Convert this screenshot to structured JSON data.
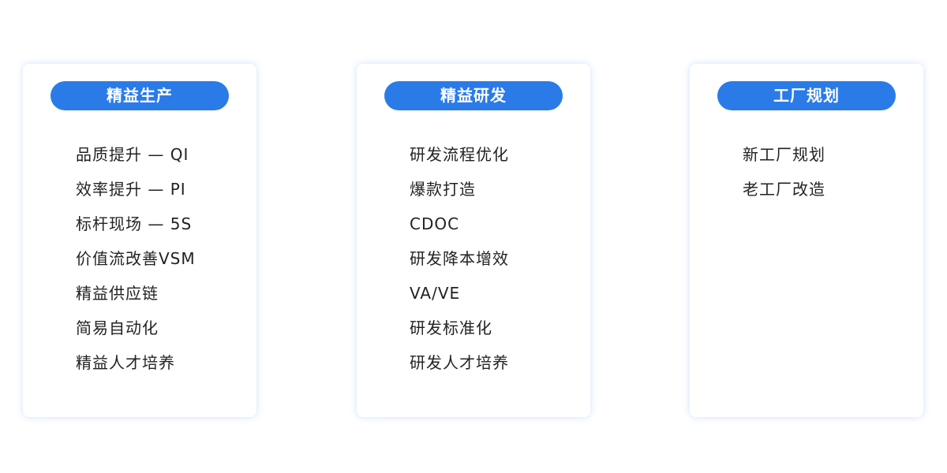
{
  "colors": {
    "accent": "#2a7be8",
    "text": "#222222",
    "card_background": "#ffffff"
  },
  "cards": [
    {
      "title": "精益生产",
      "items": [
        "品质提升 — QI",
        "效率提升 — PI",
        "标杆现场 — 5S",
        "价值流改善VSM",
        "精益供应链",
        "简易自动化",
        "精益人才培养"
      ]
    },
    {
      "title": "精益研发",
      "items": [
        "研发流程优化",
        "爆款打造",
        "CDOC",
        "研发降本增效",
        "VA/VE",
        "研发标准化",
        "研发人才培养"
      ]
    },
    {
      "title": "工厂规划",
      "items": [
        "新工厂规划",
        "老工厂改造"
      ]
    }
  ]
}
